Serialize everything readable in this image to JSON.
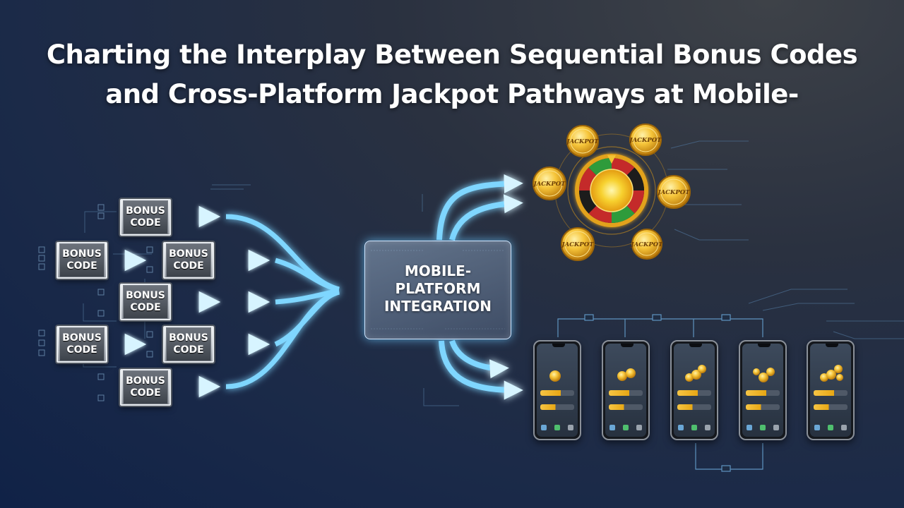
{
  "title": {
    "line1": "Charting the Interplay Between Sequential Bonus Codes",
    "line2": "and Cross-Platform Jackpot Pathways at Mobile-"
  },
  "bonus_codes": [
    {
      "line1": "BONUS",
      "line2": "CODE"
    },
    {
      "line1": "BONUS",
      "line2": "CODE"
    },
    {
      "line1": "BONUS",
      "line2": "CODE"
    },
    {
      "line1": "BONUS",
      "line2": "CODE"
    },
    {
      "line1": "BONUS",
      "line2": "CODE"
    },
    {
      "line1": "BONUS",
      "line2": "CODE"
    },
    {
      "line1": "BONUS",
      "line2": "CODE"
    }
  ],
  "hub": {
    "line1": "MOBILE-",
    "line2": "PLATFORM",
    "line3": "INTEGRATION"
  },
  "jackpot": {
    "coin_label": "JACKPOT",
    "coin_count": 6
  },
  "phones": {
    "count": 5
  },
  "colors": {
    "arrow_glow": "#6fd3ff",
    "arrow_core": "#e6f8ff",
    "gold": "#f3b820",
    "panel_border": "#cfe6ff"
  }
}
